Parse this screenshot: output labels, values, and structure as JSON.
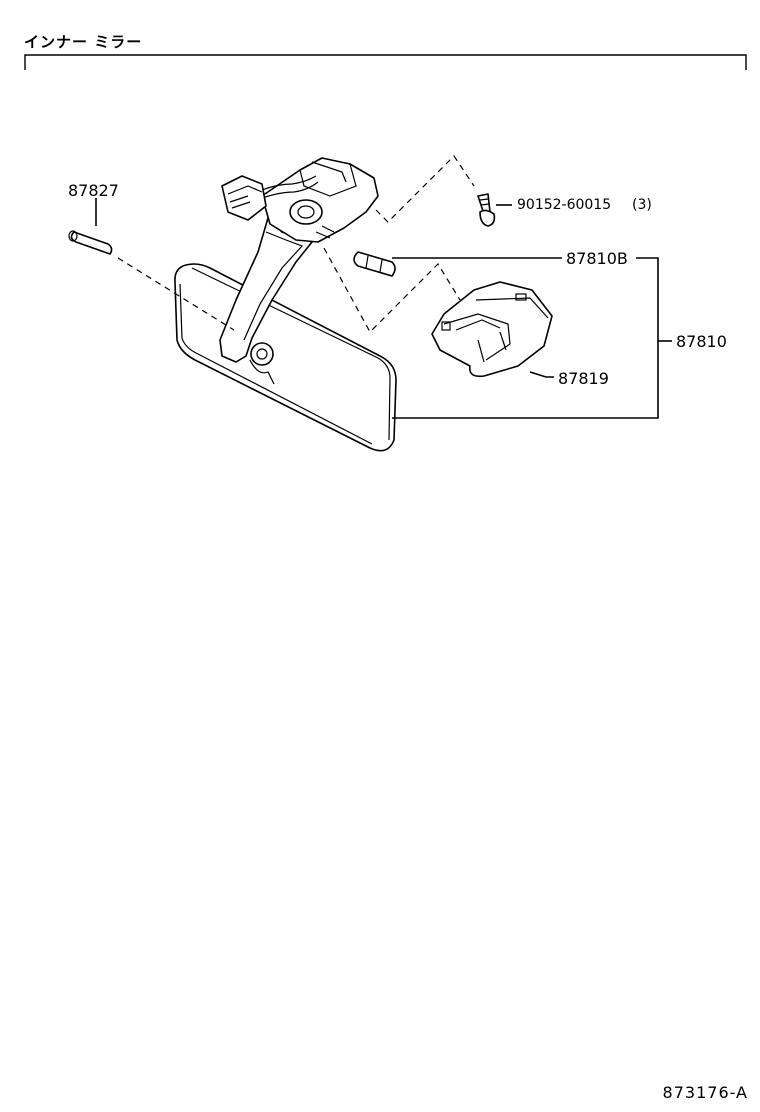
{
  "title": "インナー ミラー",
  "parts": {
    "pin": "87827",
    "screw": "90152-60015",
    "screw_qty": "(3)",
    "bulb": "87810B",
    "assembly": "87810",
    "lamp_cover": "87819"
  },
  "diagram_code": "873176-A"
}
